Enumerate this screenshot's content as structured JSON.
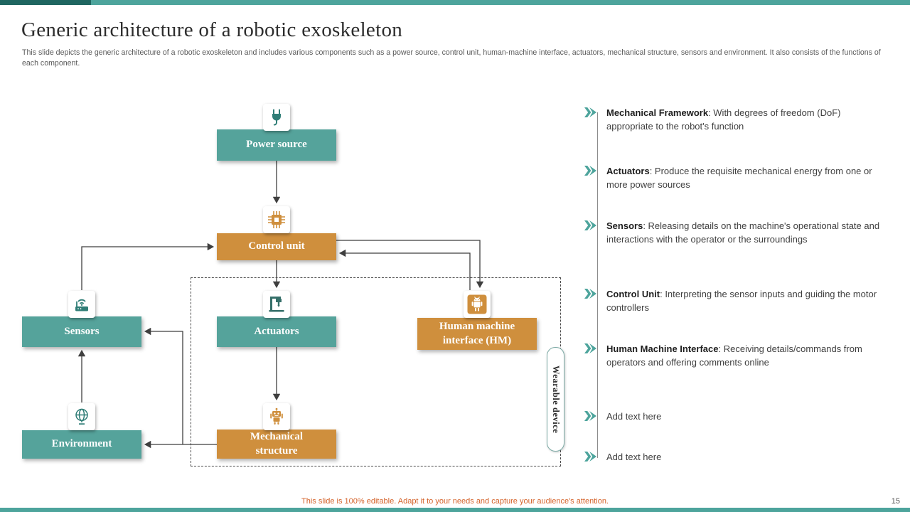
{
  "slide": {
    "title": "Generic architecture of a robotic exoskeleton",
    "description": "This slide depicts the generic architecture of a robotic exoskeleton and includes various components such as a power source, control unit, human-machine interface, actuators, mechanical structure, sensors and environment. It also consists of the functions of each component.",
    "footer_note": "This slide is 100% editable. Adapt it to your needs and capture your audience's attention.",
    "page_number": "15"
  },
  "colors": {
    "teal": "#55a39b",
    "teal_dark": "#1f6660",
    "orange": "#cf8f3d",
    "connector": "#3f3f3f",
    "footer_text": "#d4622a"
  },
  "diagram": {
    "nodes": [
      {
        "label": "Power source",
        "icon": "plug-icon",
        "color": "teal"
      },
      {
        "label": "Control unit",
        "icon": "chip-icon",
        "color": "orange"
      },
      {
        "label": "Sensors",
        "icon": "wifi-router-icon",
        "color": "teal"
      },
      {
        "label": "Actuators",
        "icon": "press-machine-icon",
        "color": "teal"
      },
      {
        "label": "Human machine\ninterface (HM)",
        "icon": "android-icon",
        "color": "orange"
      },
      {
        "label": "Mechanical\nstructure",
        "icon": "robot-icon",
        "color": "orange"
      },
      {
        "label": "Environment",
        "icon": "globe-icon",
        "color": "teal"
      }
    ],
    "wearable_label": "Wearable device"
  },
  "legend": {
    "items": [
      {
        "title": "Mechanical Framework",
        "text": ": With degrees of freedom (DoF) appropriate to the robot's function"
      },
      {
        "title": "Actuators",
        "text": ": Produce the requisite mechanical energy from one or more power sources"
      },
      {
        "title": "Sensors",
        "text": ": Releasing details on the machine's operational state and interactions with the operator or the surroundings"
      },
      {
        "title": "Control Unit",
        "text": ": Interpreting the sensor inputs and guiding the motor controllers"
      },
      {
        "title": "Human Machine Interface",
        "text": ": Receiving details/commands from operators and offering comments online"
      },
      {
        "title": "",
        "text": "Add text here"
      },
      {
        "title": "",
        "text": "Add text here"
      }
    ]
  }
}
